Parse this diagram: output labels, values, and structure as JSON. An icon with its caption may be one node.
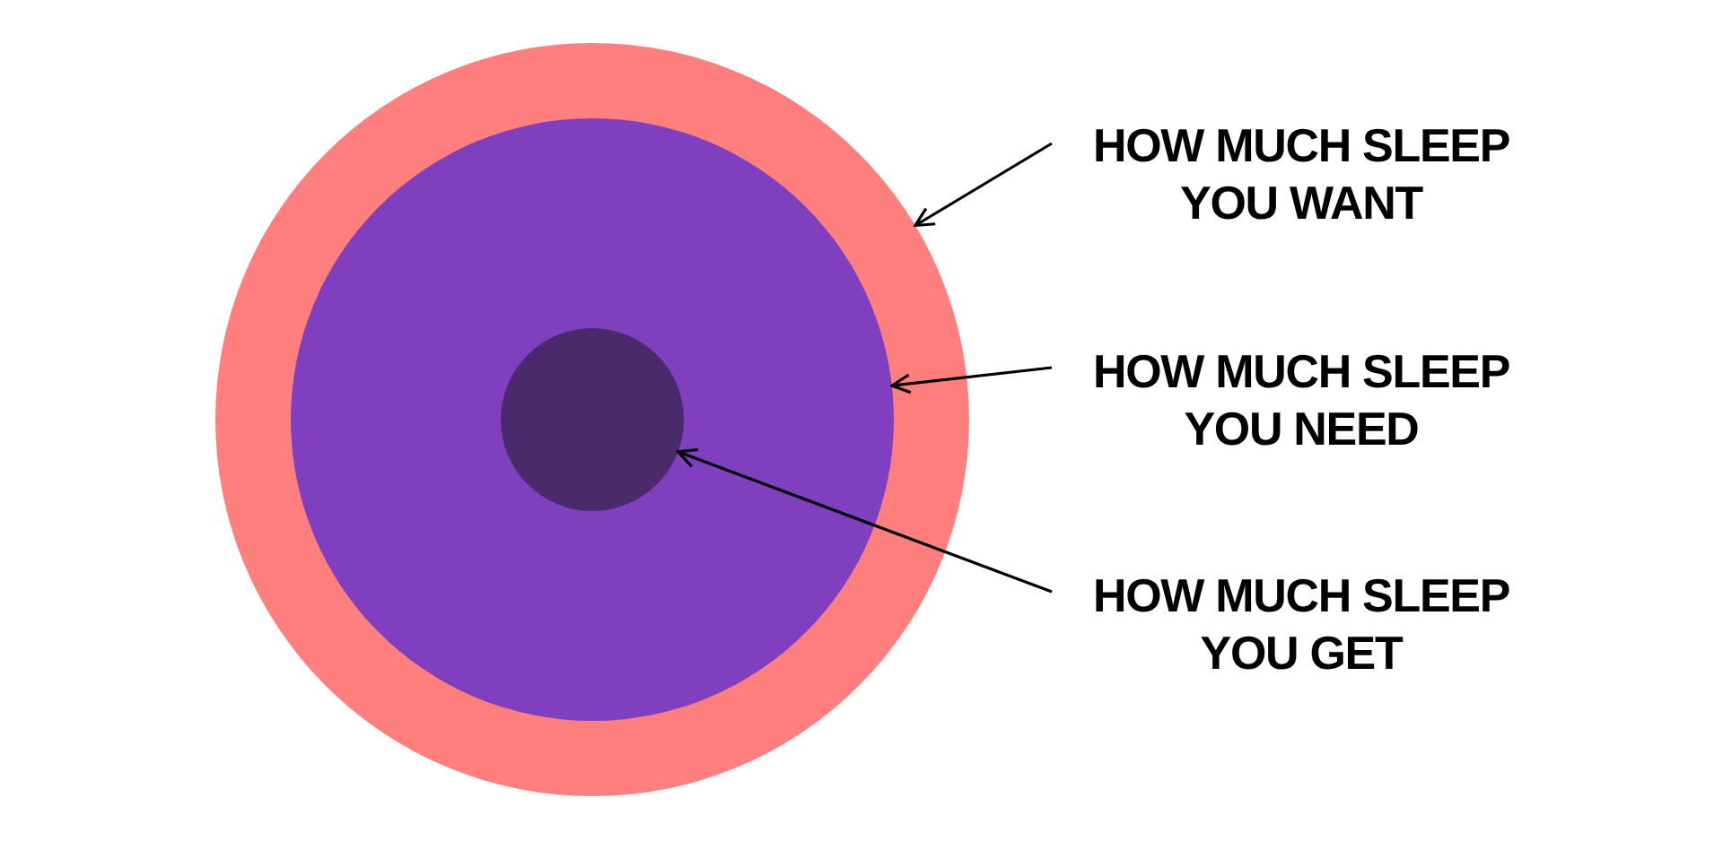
{
  "diagram": {
    "nodes": [
      {
        "text": [],
        "shape": "circle"
      },
      {
        "text": [],
        "shape": "circle",
        "in": 0
      },
      {
        "text": [],
        "shape": "circle",
        "in": 1
      },
      {
        "text": [
          "HOW MUCH SLEEP YOU WANT"
        ]
      },
      {
        "text": [
          "HOW MUCH SLEEP YOU NEED"
        ]
      },
      {
        "text": [
          "HOW MUCH SLEEP YOU GET"
        ]
      }
    ],
    "edges": [
      {
        "from": 3,
        "to": 0,
        "arrow": "to"
      },
      {
        "from": 4,
        "to": 1,
        "arrow": "to"
      },
      {
        "from": 5,
        "to": 2,
        "arrow": "to"
      }
    ]
  }
}
